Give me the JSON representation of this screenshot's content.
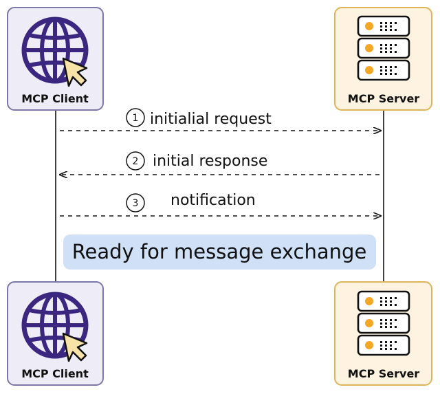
{
  "participants": {
    "client": {
      "label": "MCP Client",
      "icon": "globe-cursor-icon",
      "fill": "#EEECF7",
      "stroke": "#7B77A9"
    },
    "server": {
      "label": "MCP Server",
      "icon": "server-rack-icon",
      "fill": "#FDF3E0",
      "stroke": "#DDB45A"
    }
  },
  "messages": [
    {
      "step": "1",
      "label": "initialial request",
      "direction": "client-to-server"
    },
    {
      "step": "2",
      "label": "initial response",
      "direction": "server-to-client"
    },
    {
      "step": "3",
      "label": "notification",
      "direction": "client-to-server"
    }
  ],
  "banner": {
    "text": "Ready for message exchange",
    "fill": "#CFE0F7"
  },
  "colors": {
    "globe": "#3B2680",
    "cursor": "#F7E3A8",
    "led": "#F5A623",
    "line": "#111111"
  }
}
